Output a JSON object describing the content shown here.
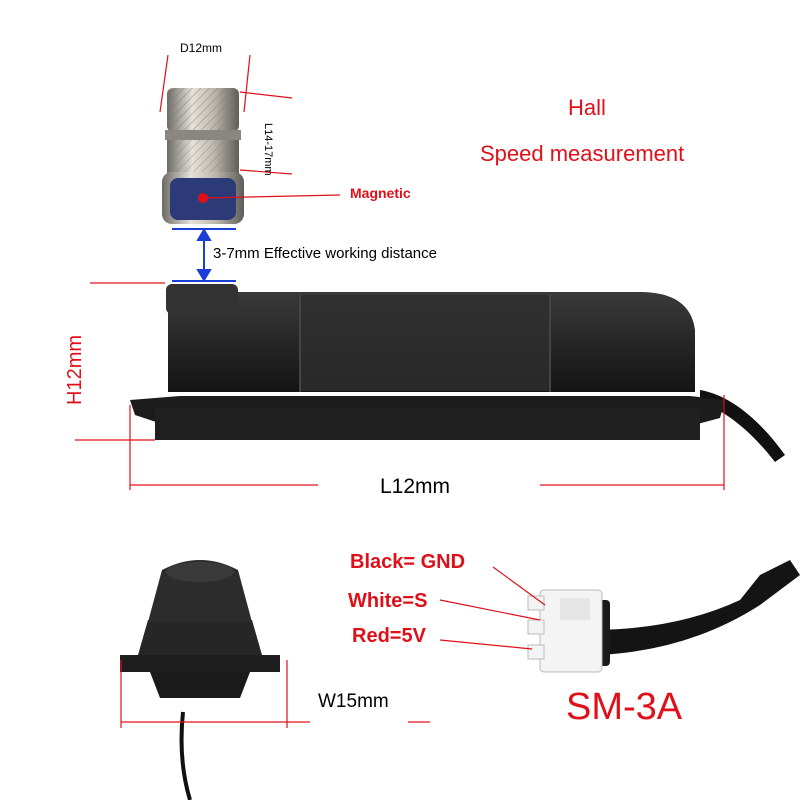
{
  "header": {
    "title_line1": "Hall",
    "title_line2": "Speed measurement"
  },
  "magnet": {
    "diameter_label": "D12mm",
    "length_label": "L14-17mm",
    "magnetic_label": "Magnetic"
  },
  "sensor": {
    "distance_label": "3-7mm Effective working distance",
    "height_label": "H12mm",
    "length_label": "L12mm",
    "width_label": "W15mm"
  },
  "connector": {
    "wires": [
      {
        "label": "Black= GND"
      },
      {
        "label": "White=S"
      },
      {
        "label": "Red=5V"
      }
    ],
    "model": "SM-3A"
  },
  "colors": {
    "accent_red": "#e0101a",
    "dimension_line": "#e0101a",
    "arrow_blue": "#1a3fd6",
    "sensor_body": "#2a2a2a",
    "magnet_metal": "#c8c4bc",
    "magnet_face": "#2c3a78",
    "connector_white": "#f4f4f4"
  },
  "icons": [
    "magnet-icon",
    "hall-sensor-icon",
    "connector-icon"
  ]
}
